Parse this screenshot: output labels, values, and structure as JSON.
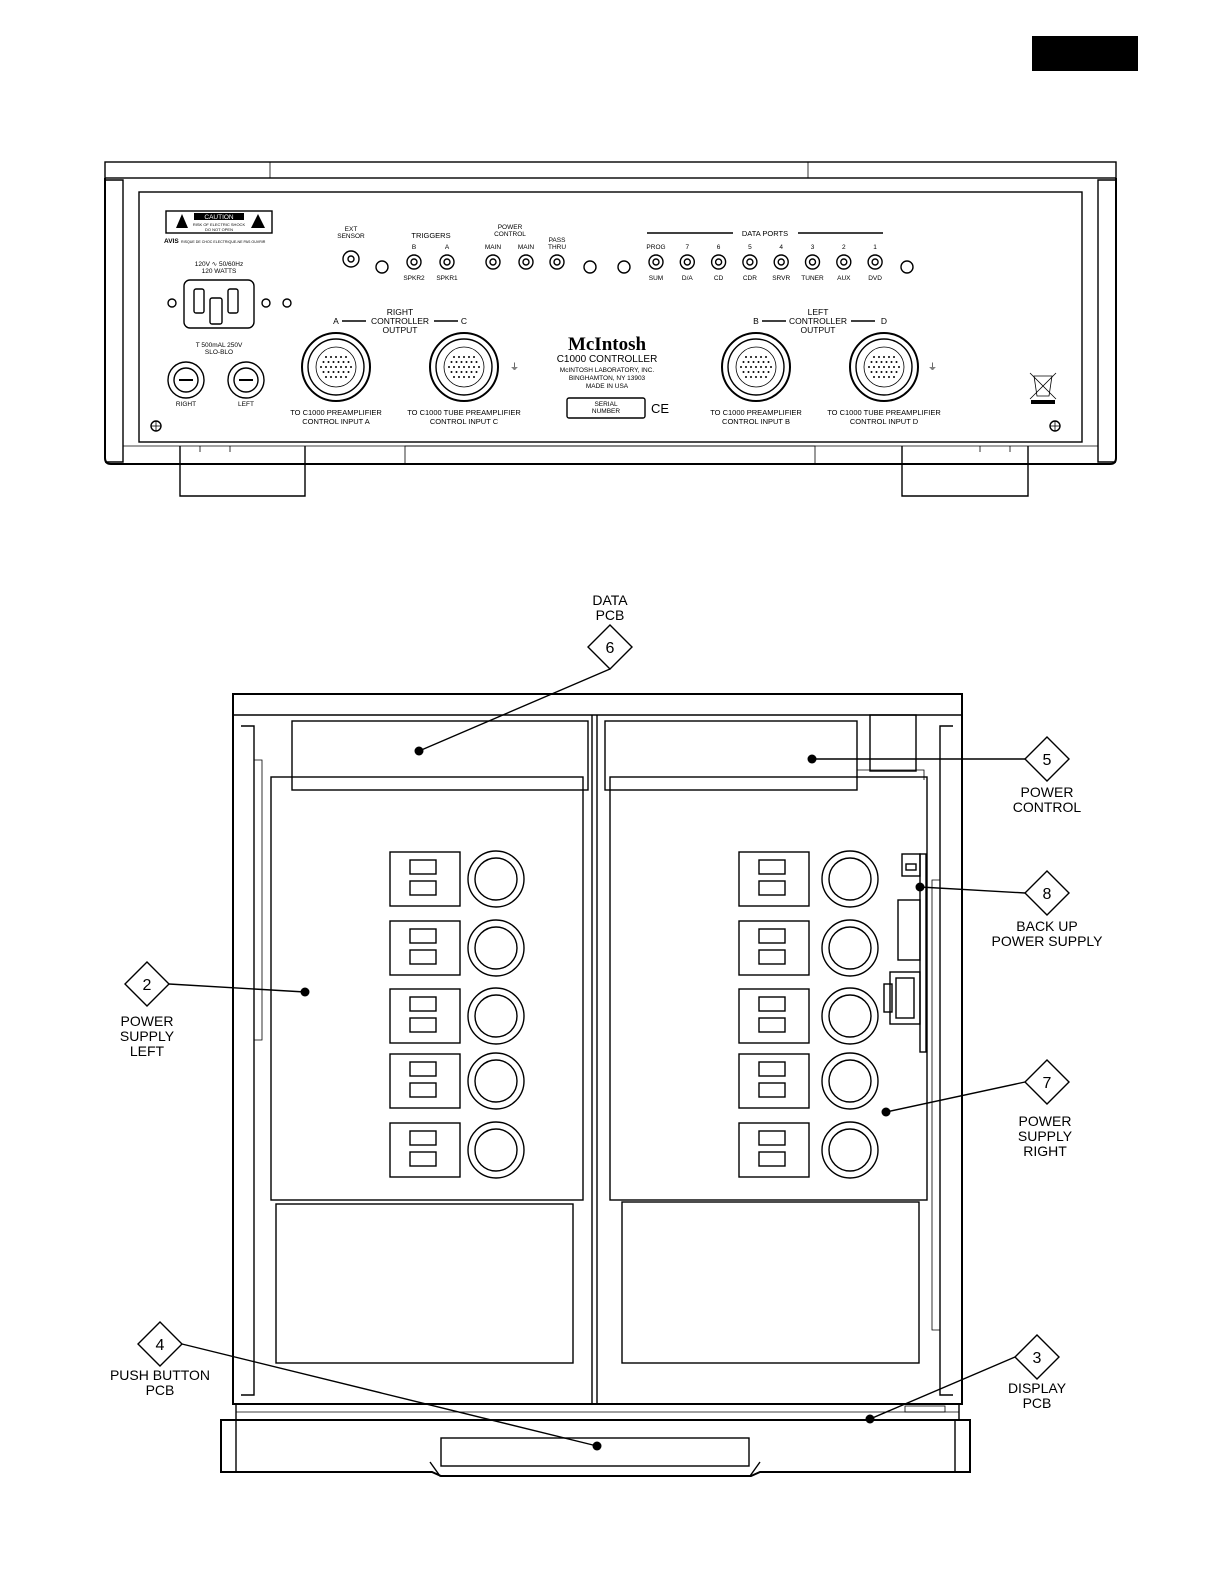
{
  "rear_panel": {
    "caution_label": "CAUTION",
    "caution_sub1": "RISK OF ELECTRIC SHOCK",
    "caution_sub2": "DO NOT OPEN",
    "avis_label": "AVIS",
    "avis_text": "RISQUE DE CHOC ELECTRIQUE-NE PAS OUVRIR",
    "ac_rating_1": "120V ∿ 50/60Hz",
    "ac_rating_2": "120 WATTS",
    "fuse_rating_1": "T 500mAL 250V",
    "fuse_rating_2": "SLO-BLO",
    "fuse_right": "RIGHT",
    "fuse_left": "LEFT",
    "ext_sensor_1": "EXT",
    "ext_sensor_2": "SENSOR",
    "triggers": "TRIGGERS",
    "trigger_b": "B",
    "trigger_a": "A",
    "trigger_spkr2": "SPKR2",
    "trigger_spkr1": "SPKR1",
    "power_control_1": "POWER",
    "power_control_2": "CONTROL",
    "power_main_1": "MAIN",
    "power_main_2": "MAIN",
    "pass_thru_1": "PASS",
    "pass_thru_2": "THRU",
    "data_ports": "DATA PORTS",
    "data_port_numbers": [
      "PROG",
      "7",
      "6",
      "5",
      "4",
      "3",
      "2",
      "1"
    ],
    "data_port_names": [
      "SUM",
      "D/A",
      "CD",
      "CDR",
      "SRVR",
      "TUNER",
      "AUX",
      "DVD"
    ],
    "right_output_1": "RIGHT",
    "right_output_2": "CONTROLLER",
    "right_output_3": "OUTPUT",
    "right_a": "A",
    "right_c": "C",
    "left_output_1": "LEFT",
    "left_output_2": "CONTROLLER",
    "left_output_3": "OUTPUT",
    "left_b": "B",
    "left_d": "D",
    "logo": "McIntosh",
    "model": "C1000 CONTROLLER",
    "address_1": "McINTOSH LABORATORY, INC.",
    "address_2": "BINGHAMTON, NY 13903",
    "made_in": "MADE IN USA",
    "serial_1": "SERIAL",
    "serial_2": "NUMBER",
    "ce_mark": "CE",
    "conn_a_1": "TO C1000 PREAMPLIFIER",
    "conn_a_2": "CONTROL INPUT A",
    "conn_c_1": "TO C1000 TUBE PREAMPLIFIER",
    "conn_c_2": "CONTROL INPUT C",
    "conn_b_1": "TO C1000 PREAMPLIFIER",
    "conn_b_2": "CONTROL INPUT B",
    "conn_d_1": "TO C1000 TUBE PREAMPLIFIER",
    "conn_d_2": "CONTROL INPUT D"
  },
  "callouts": {
    "c6": {
      "num": "6",
      "line1": "DATA",
      "line2": "PCB"
    },
    "c5": {
      "num": "5",
      "line1": "POWER",
      "line2": "CONTROL"
    },
    "c8": {
      "num": "8",
      "line1": "BACK  UP",
      "line2": "POWER  SUPPLY"
    },
    "c2": {
      "num": "2",
      "line1": "POWER",
      "line2": "SUPPLY",
      "line3": "LEFT"
    },
    "c7": {
      "num": "7",
      "line1": "POWER",
      "line2": "SUPPLY",
      "line3": "RIGHT"
    },
    "c4": {
      "num": "4",
      "line1": "PUSH  BUTTON",
      "line2": "PCB"
    },
    "c3": {
      "num": "3",
      "line1": "DISPLAY",
      "line2": "PCB"
    }
  }
}
